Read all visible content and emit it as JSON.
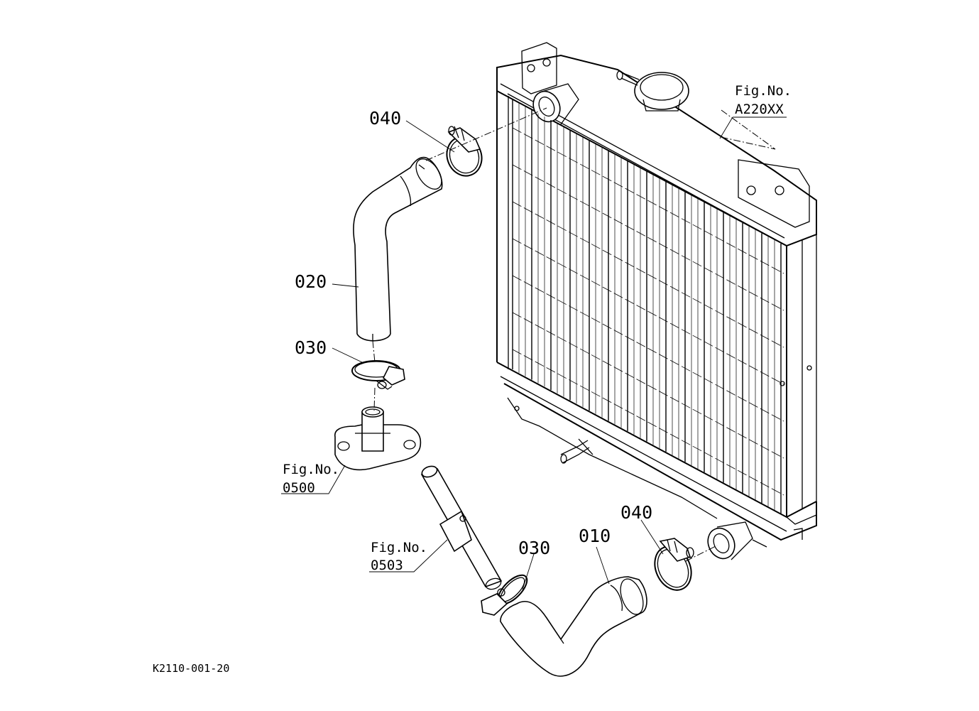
{
  "callouts": {
    "c040_top": "040",
    "c020": "020",
    "c030_left": "030",
    "c030_bottom": "030",
    "c010": "010",
    "c040_bottom": "040"
  },
  "figrefs": {
    "radiator": {
      "line1": "Fig.No.",
      "line2": "A220XX"
    },
    "thermostat_cover": {
      "line1": "Fig.No.",
      "line2": "0500"
    },
    "water_pipe": {
      "line1": "Fig.No.",
      "line2": "0503"
    }
  },
  "drawing_code": "K2110-001-20",
  "colors": {
    "ink": "#000000",
    "paper": "#ffffff"
  }
}
